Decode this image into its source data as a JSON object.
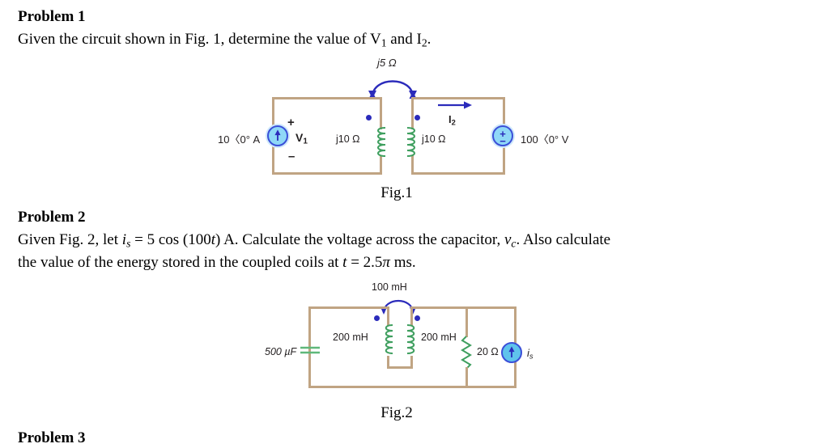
{
  "document": {
    "problem1": {
      "heading": "Problem 1",
      "text": "Given the circuit shown in Fig. 1, determine the value of V₁ and I₂.",
      "text_plain": "Given the circuit shown in Fig. 1, determine the value of V1 and I2."
    },
    "problem2": {
      "heading": "Problem 2",
      "line1": "Given Fig. 2, let is = 5 cos (100t) A. Calculate the voltage across the capacitor, vc. Also calculate",
      "line2": "the value of the energy stored in the coupled coils at t = 2.5π ms."
    },
    "problem3": {
      "heading": "Problem 3"
    }
  },
  "figure1": {
    "caption": "Fig.1",
    "mutual_label": "j5 Ω",
    "current_source_label": "10〈0° A",
    "voltage_label": "V",
    "voltage_sub": "1",
    "plus_sign": "+",
    "minus_sign": "–",
    "left_coil_label": "j10 Ω",
    "right_coil_label": "j10 Ω",
    "current_arrow_label": "I",
    "current_arrow_sub": "2",
    "voltage_source_label": "100〈0° V",
    "source_plus": "+",
    "source_minus": "−",
    "colors": {
      "wire": "#c0a483",
      "coil": "#3f9f5f",
      "arrow": "#2b2bbb",
      "source_fill": "#8fd8f7",
      "source_stroke": "#3b4fd8",
      "dot": "#2b2bbb"
    }
  },
  "figure2": {
    "caption": "Fig.2",
    "mutual_label": "100 mH",
    "capacitor_label": "500 µF",
    "left_coil_label": "200 mH",
    "right_coil_label": "200 mH",
    "resistor_label": "20 Ω",
    "current_source_label": "i",
    "current_source_sub": "s",
    "colors": {
      "wire": "#c0a483",
      "coil": "#3f9f5f",
      "capacitor": "#5fb87a",
      "resistor": "#3f9f5f",
      "arrow": "#2b2bbb",
      "source_fill": "#5fc3ec",
      "source_stroke": "#3b4fd8",
      "dot": "#2b2bbb"
    }
  }
}
